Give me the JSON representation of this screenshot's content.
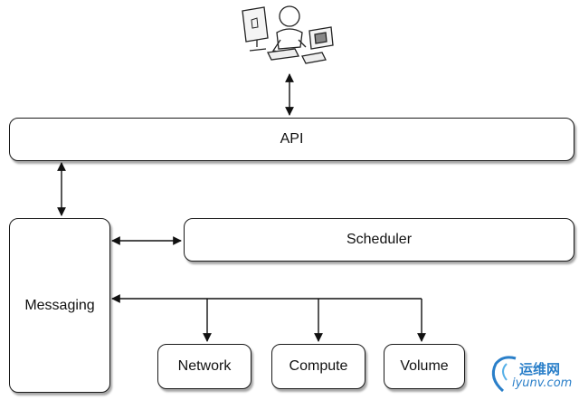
{
  "nodes": {
    "api": "API",
    "scheduler": "Scheduler",
    "messaging": "Messaging",
    "network": "Network",
    "compute": "Compute",
    "volume": "Volume"
  },
  "watermark": {
    "cn": "运维网",
    "domain": "iyunv.com",
    "color": "#2a7fc9"
  }
}
